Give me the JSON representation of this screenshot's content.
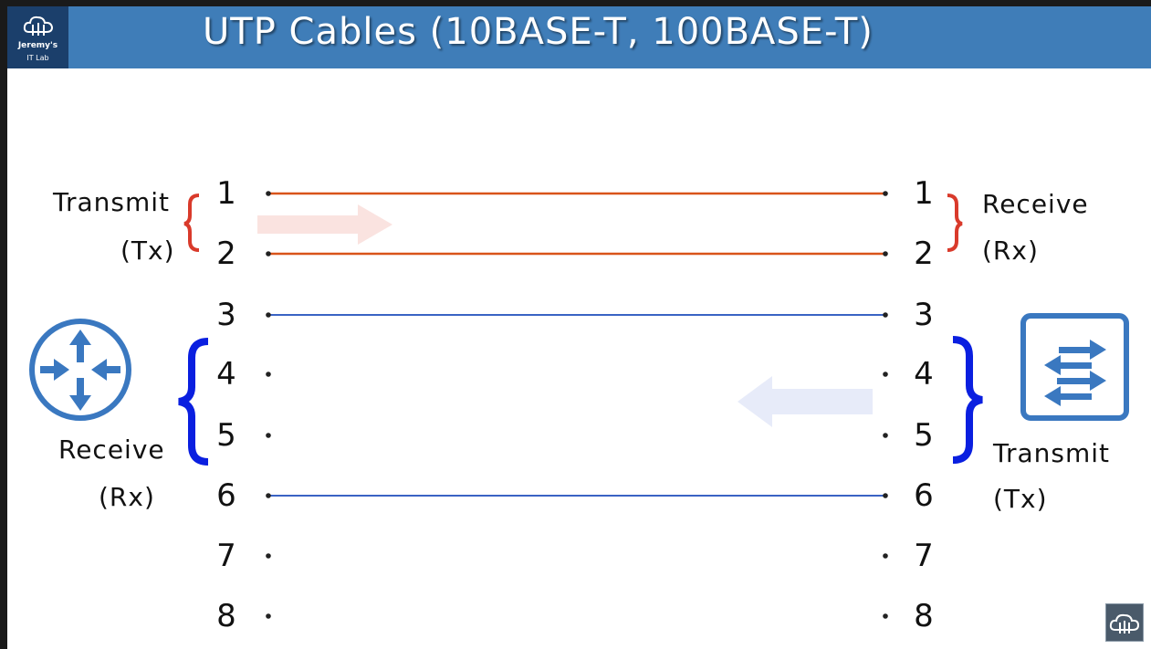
{
  "header": {
    "title": "UTP Cables (10BASE-T, 100BASE-T)",
    "logo_line1": "Jeremy's",
    "logo_line2": "IT Lab"
  },
  "left": {
    "tx_label": "Transmit",
    "tx_abbr": "(Tx)",
    "rx_label": "Receive",
    "rx_abbr": "(Rx)",
    "device_icon": "router-icon"
  },
  "right": {
    "rx_label": "Receive",
    "rx_abbr": "(Rx)",
    "tx_label": "Transmit",
    "tx_abbr": "(Tx)",
    "device_icon": "switch-icon"
  },
  "pins": {
    "left": [
      "1",
      "2",
      "3",
      "4",
      "5",
      "6",
      "7",
      "8"
    ],
    "right": [
      "1",
      "2",
      "3",
      "4",
      "5",
      "6",
      "7",
      "8"
    ]
  },
  "colors": {
    "header": "#3f7db8",
    "logo": "#1b3f6b",
    "wire_tx_pair": "#d9541a",
    "wire_rx_pair": "#3a63c4",
    "brace_tx": "#d93a2b",
    "brace_rx": "#0a1fe0",
    "device": "#3a78c0"
  }
}
